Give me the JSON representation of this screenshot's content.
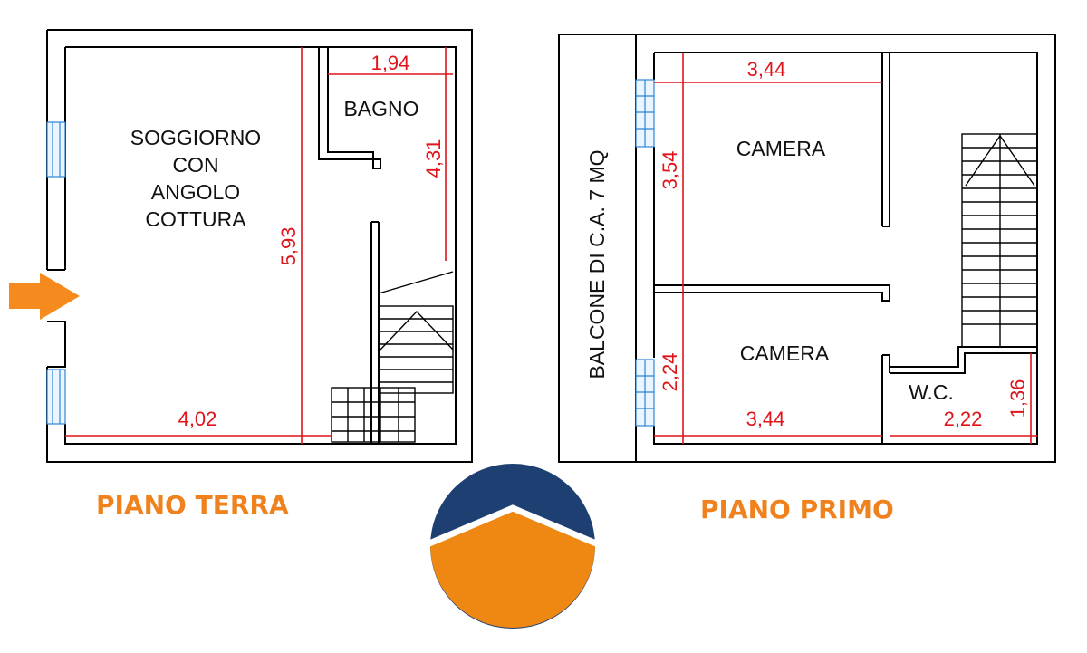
{
  "ground_floor": {
    "title": "PIANO TERRA",
    "living_room": [
      "SOGGIORNO",
      "CON",
      "ANGOLO",
      "COTTURA"
    ],
    "bathroom": "BAGNO",
    "dimensions": {
      "bath_width": "1,94",
      "bath_depth": "4,31",
      "room_depth": "5,93",
      "room_width": "4,02"
    }
  },
  "first_floor": {
    "title": "PIANO PRIMO",
    "balcony": "BALCONE DI C.A. 7 MQ",
    "bedroom_top": "CAMERA",
    "bedroom_bottom": "CAMERA",
    "wc": "W.C.",
    "dimensions": {
      "top_width": "3,44",
      "top_depth": "3,54",
      "bottom_depth": "2,24",
      "bottom_width": "3,44",
      "wc_width": "2,22",
      "wc_depth": "1,36"
    }
  },
  "colors": {
    "dimension": "#e0141b",
    "title": "#f0821e",
    "logo_blue": "#1d3f72",
    "logo_orange": "#ef8713",
    "window": "#2f86d6"
  },
  "icons": {
    "entrance": "arrow-right-icon",
    "logo": "company-logo"
  }
}
